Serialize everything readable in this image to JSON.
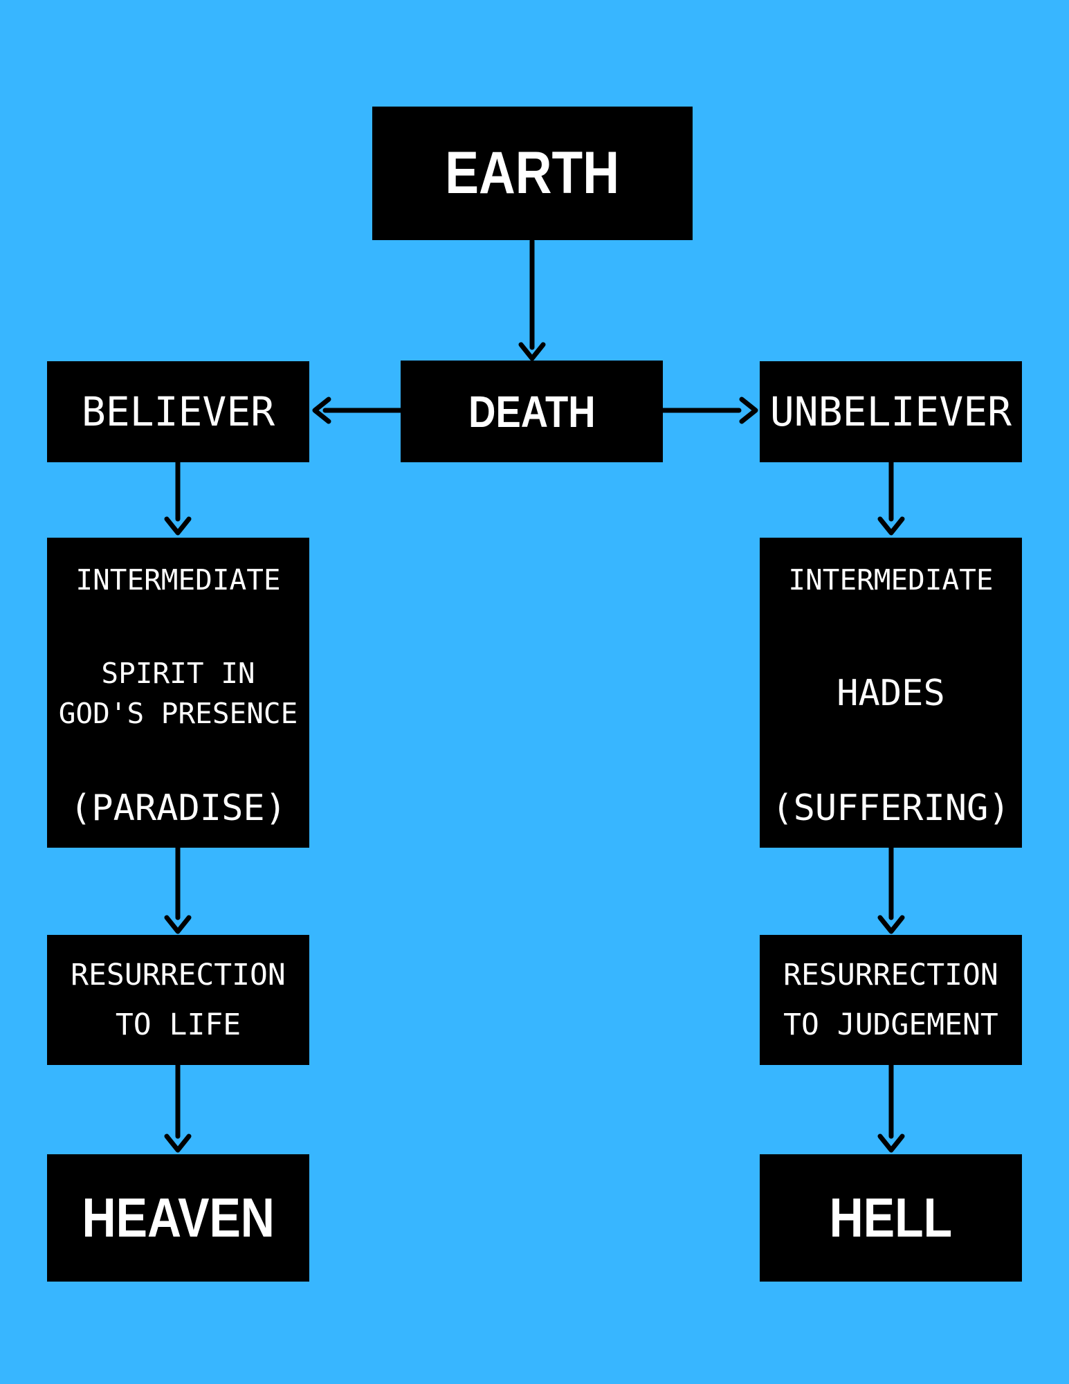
{
  "colors": {
    "background_color": "#38B6FF",
    "box_color": "#000000",
    "text_color": "#FFFFFF",
    "arrow_color": "#000000"
  },
  "nodes": {
    "earth": {
      "label": "EARTH"
    },
    "death": {
      "label": "DEATH"
    },
    "believer": {
      "label": "BELIEVER"
    },
    "unbeliever": {
      "label": "UNBELIEVER"
    },
    "intermediate_believer": {
      "heading": "INTERMEDIATE",
      "line1": "SPIRIT IN",
      "line2": "GOD'S PRESENCE",
      "note": "(PARADISE)"
    },
    "intermediate_unbeliever": {
      "heading": "INTERMEDIATE",
      "line1": "HADES",
      "note": "(SUFFERING)"
    },
    "resurrection_life": {
      "line1": "RESURRECTION",
      "line2": "TO LIFE"
    },
    "resurrection_judgement": {
      "line1": "RESURRECTION",
      "line2": "TO JUDGEMENT"
    },
    "heaven": {
      "label": "HEAVEN"
    },
    "hell": {
      "label": "HELL"
    }
  },
  "edges": [
    {
      "from": "earth",
      "to": "death"
    },
    {
      "from": "death",
      "to": "believer"
    },
    {
      "from": "death",
      "to": "unbeliever"
    },
    {
      "from": "believer",
      "to": "intermediate_believer"
    },
    {
      "from": "unbeliever",
      "to": "intermediate_unbeliever"
    },
    {
      "from": "intermediate_believer",
      "to": "resurrection_life"
    },
    {
      "from": "intermediate_unbeliever",
      "to": "resurrection_judgement"
    },
    {
      "from": "resurrection_life",
      "to": "heaven"
    },
    {
      "from": "resurrection_judgement",
      "to": "hell"
    }
  ]
}
